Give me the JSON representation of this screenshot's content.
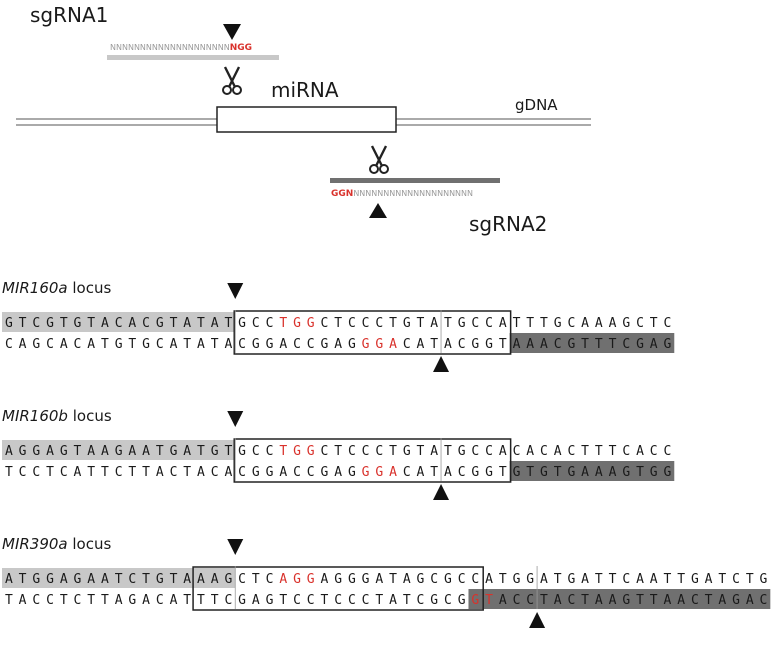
{
  "schematic": {
    "sgrna1_label": "sgRNA1",
    "sgrna2_label": "sgRNA2",
    "mirna_label": "miRNA",
    "gdna_label": "gDNA",
    "sgrna1_seq_n": "NNNNNNNNNNNNNNNNNNNN",
    "sgrna1_pam": "NGG",
    "sgrna2_pam": "GGN",
    "sgrna2_seq_n": "NNNNNNNNNNNNNNNNNNNN",
    "scissors_icon": "scissors-icon"
  },
  "colors": {
    "pam_red": "#d9322c",
    "light_gray": "#c8c8c8",
    "dark_gray": "#707070",
    "line": "#555555"
  },
  "loci": [
    {
      "name_italic": "MIR160a",
      "name_suffix": " locus",
      "top_seq": "GTCGTGTACACGTATATGCCTGGCTCCCTGTATGCCATTTGCAAAGCTC",
      "bottom_seq": "CAGCACATGTGCATATACGGACCGAGGGACATACGGTAAACGTTTCGAG",
      "top_red": [
        20,
        21,
        22
      ],
      "bottom_red": [
        26,
        27,
        28
      ],
      "top_shade_to": 17,
      "bottom_shade_from": 37,
      "bottom_shade_to": 49,
      "box": [
        17,
        37
      ],
      "top_cut": 17,
      "bottom_cut": 32
    },
    {
      "name_italic": "MIR160b",
      "name_suffix": " locus",
      "top_seq": "AGGAGTAAGAATGATGTGCCTGGCTCCCTGTATGCCACACACTTTCACC",
      "bottom_seq": "TCCTCATTCTTACTACACGGACCGAGGGACATACGGTGTGTGAAAGTGG",
      "top_red": [
        20,
        21,
        22
      ],
      "bottom_red": [
        26,
        27,
        28
      ],
      "top_shade_to": 17,
      "bottom_shade_from": 37,
      "bottom_shade_to": 49,
      "box": [
        17,
        37
      ],
      "top_cut": 17,
      "bottom_cut": 32
    },
    {
      "name_italic": "MIR390a",
      "name_suffix": " locus",
      "top_seq": "ATGGAGAATCTGTAAAGCTCAGGAGGGATAGCGCCATGGATGATTCAATTGATCTG",
      "bottom_seq": "TACCTCTTAGACATTTCGAGTCCTCCCTATCGCGGTACCTACTAAGTTAACTAGAC",
      "top_red": [
        20,
        21,
        22
      ],
      "bottom_red": [
        34,
        35
      ],
      "top_shade_to": 17,
      "bottom_shade_from": 34,
      "bottom_shade_to": 56,
      "box": [
        14,
        35
      ],
      "top_cut": 17,
      "bottom_cut": 39
    }
  ]
}
